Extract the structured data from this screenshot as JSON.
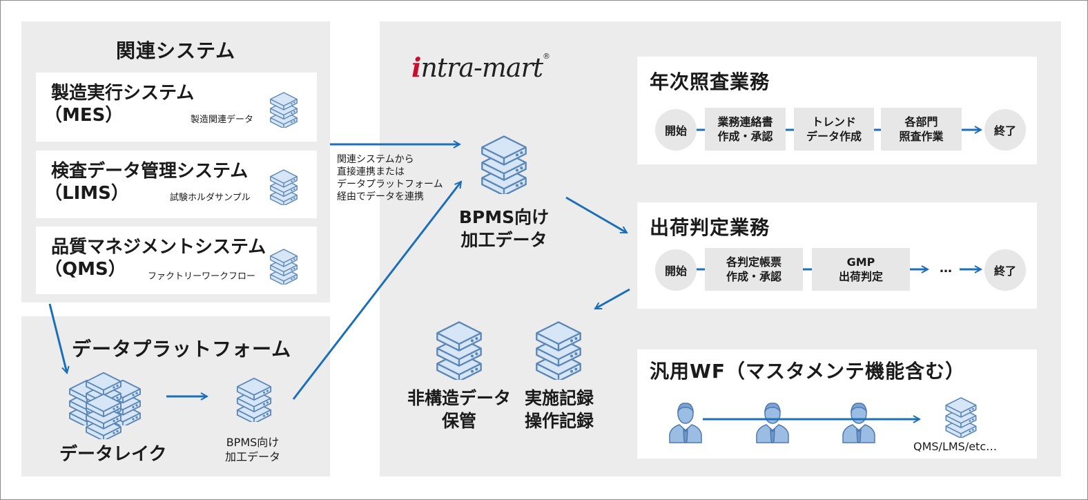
{
  "related": {
    "title": "関連システム",
    "systems": [
      {
        "name": "製造実行システム",
        "code": "（MES）",
        "sub": "製造関連データ"
      },
      {
        "name": "検査データ管理システム",
        "code": "（LIMS）",
        "sub": "試験ホルダサンプル"
      },
      {
        "name": "品質マネジメントシステム",
        "code": "（QMS）",
        "sub": "ファクトリーワークフロー"
      }
    ]
  },
  "platform": {
    "title": "データプラットフォーム",
    "lake_label": "データレイク",
    "bpms_line1": "BPMS向け",
    "bpms_line2": "加工データ"
  },
  "connector": {
    "lines": [
      "関連システムから",
      "直接連携または",
      "データプラットフォーム",
      "経由でデータを連携"
    ]
  },
  "intramart": {
    "logo_i": "i",
    "logo_text": "ntra-mart",
    "logo_mark": "®",
    "bpms_line1": "BPMS向け",
    "bpms_line2": "加工データ",
    "storage1_line1": "非構造データ",
    "storage1_line2": "保管",
    "storage2_line1": "実施記録",
    "storage2_line2": "操作記録"
  },
  "annual": {
    "title": "年次照査業務",
    "start": "開始",
    "end": "終了",
    "steps": [
      {
        "l1": "業務連絡書",
        "l2": "作成・承認"
      },
      {
        "l1": "トレンド",
        "l2": "データ作成"
      },
      {
        "l1": "各部門",
        "l2": "照査作業"
      }
    ]
  },
  "shipping": {
    "title": "出荷判定業務",
    "start": "開始",
    "end": "終了",
    "steps": [
      {
        "l1": "各判定帳票",
        "l2": "作成・承認"
      },
      {
        "l1": "GMP",
        "l2": "出荷判定"
      }
    ],
    "ellipsis": "…"
  },
  "generic": {
    "title": "汎用WF（マスタメンテ機能含む）",
    "target": "QMS/LMS/etc…"
  },
  "colors": {
    "arrow": "#1b6fb8",
    "panel": "#ececec",
    "server_fill": "#d7e6f6",
    "server_stroke": "#5a86b8",
    "person": "#9cbde3"
  }
}
